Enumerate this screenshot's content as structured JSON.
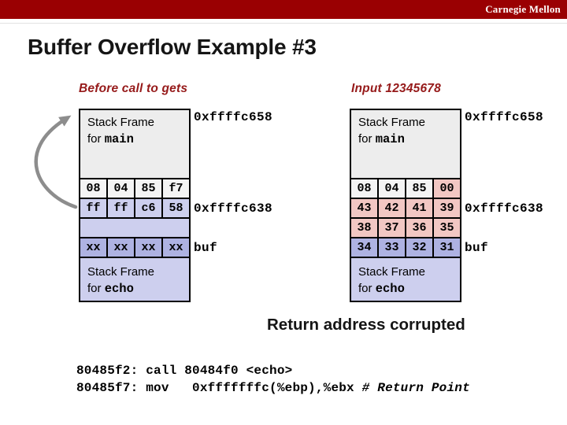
{
  "brand": {
    "text": "Carnegie Mellon"
  },
  "title": "Buffer Overflow Example #3",
  "left": {
    "heading": "Before call to gets",
    "top_frame": {
      "line1": "Stack Frame",
      "for": "for ",
      "fn": "main"
    },
    "bottom_frame": {
      "line1": "Stack Frame",
      "for": "for ",
      "fn": "echo"
    },
    "addr_top": "0xffffc658",
    "addr_ret": "0xffffc638",
    "buf": "buf",
    "row1": [
      "08",
      "04",
      "85",
      "f7"
    ],
    "row2": [
      "ff",
      "ff",
      "c6",
      "58"
    ],
    "row4": [
      "xx",
      "xx",
      "xx",
      "xx"
    ]
  },
  "right": {
    "heading": "Input 12345678",
    "top_frame": {
      "line1": "Stack Frame",
      "for": "for ",
      "fn": "main"
    },
    "bottom_frame": {
      "line1": "Stack Frame",
      "for": "for ",
      "fn": "echo"
    },
    "addr_top": "0xffffc658",
    "addr_ret": "0xffffc638",
    "buf": "buf",
    "row1": [
      "08",
      "04",
      "85",
      "00"
    ],
    "row2": [
      "43",
      "42",
      "41",
      "39"
    ],
    "row3": [
      "38",
      "37",
      "36",
      "35"
    ],
    "row4": [
      "34",
      "33",
      "32",
      "31"
    ]
  },
  "callout": "Return address corrupted",
  "code": {
    "line1": "80485f2: call 80484f0 <echo>",
    "line2_pre": "80485f7: mov   0xfffffffc(%ebp),%ebx ",
    "line2_comment": "# Return Point"
  },
  "colors": {
    "bar": "#9a0002",
    "headingRed": "#961a1a",
    "titleBlack": "#151515",
    "frameGray": "#ededed",
    "cellGray": "#f4f4f4",
    "lav": "#cdcfee",
    "peri": "#aeb2e2",
    "pink": "#f2c7c3",
    "border": "#000000",
    "arrowGray": "#8d8d8d"
  }
}
